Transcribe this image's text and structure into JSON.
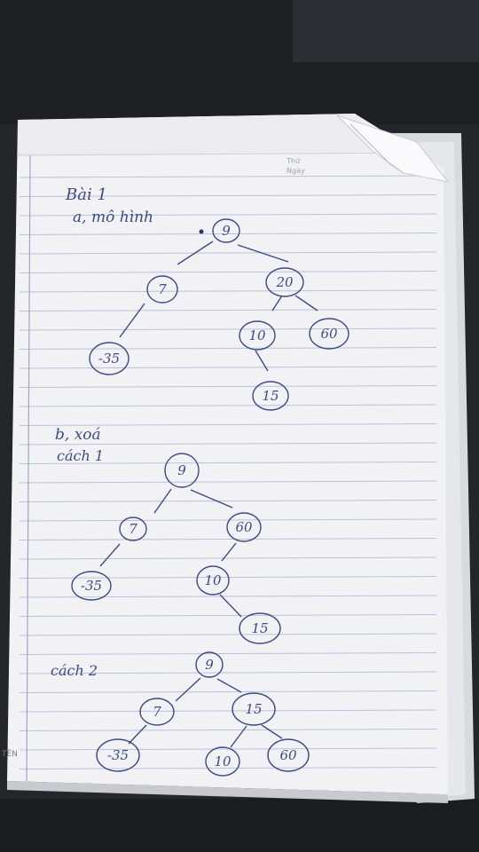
{
  "header": {
    "thu": "Thứ",
    "ngay": "Ngày"
  },
  "margin_text": "TÊN",
  "notes": {
    "title": "Bài 1",
    "part_a": "a, mô hình",
    "part_b": "b, xoá",
    "method1": "cách 1",
    "method2": "cách 2"
  },
  "tree_a": {
    "n1": "9",
    "n2": "7",
    "n3": "20",
    "n4": "-35",
    "n5": "10",
    "n6": "60",
    "n7": "15"
  },
  "tree_b1": {
    "n1": "9",
    "n2": "7",
    "n3": "60",
    "n4": "-35",
    "n5": "10",
    "n6": "15"
  },
  "tree_b2": {
    "n1": "9",
    "n2": "7",
    "n3": "15",
    "n4": "-35",
    "n5": "10",
    "n6": "60"
  },
  "colors": {
    "ink": "#3a4a8a",
    "paper": "#f2f2f5",
    "rule": "#b8c2dc",
    "background": "#24262a"
  }
}
